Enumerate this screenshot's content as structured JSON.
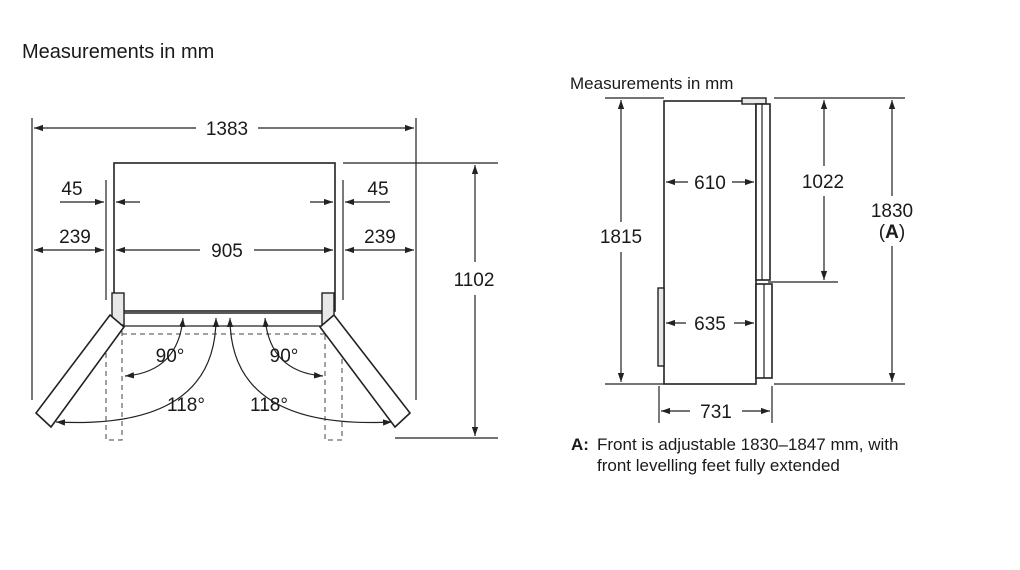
{
  "top_view": {
    "heading": "Measurements in mm",
    "total_width": "1383",
    "body_width": "905",
    "depth": "1102",
    "left_gap": "45",
    "right_gap": "45",
    "left_side": "239",
    "right_side": "239",
    "angle_left_90": "90°",
    "angle_right_90": "90°",
    "angle_left_118": "118°",
    "angle_right_118": "118°"
  },
  "side_view": {
    "heading": "Measurements in mm",
    "height_total": "1815",
    "depth_upper": "610",
    "depth_lower": "635",
    "upper_height": "1022",
    "height_adjustable": "1830",
    "height_marker_open": "(",
    "height_marker_letter": "A",
    "height_marker_close": ")",
    "footprint_depth": "731"
  },
  "note": {
    "label": "A:",
    "line1": "Front is adjustable 1830–1847 mm, with",
    "line2": "front levelling feet fully extended"
  }
}
